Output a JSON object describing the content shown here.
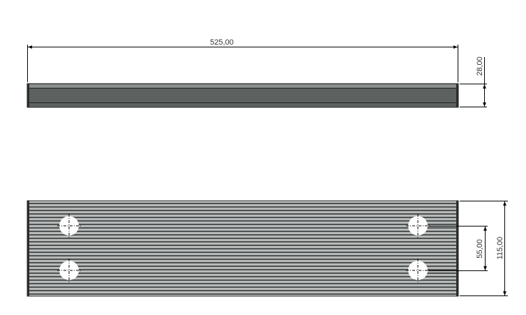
{
  "drawing": {
    "views": {
      "top_view": {
        "length_dimension": "525,00",
        "thickness_dimension": "28,00"
      },
      "front_view": {
        "hole_spacing_dimension": "55,00",
        "width_dimension": "115,00",
        "hole_count": 4
      }
    },
    "colors": {
      "plate_face": "#5d6261",
      "stripe_light": "#b4b6b6",
      "stripe_dark": "#4a4d4d",
      "hole": "#ffffff"
    }
  }
}
